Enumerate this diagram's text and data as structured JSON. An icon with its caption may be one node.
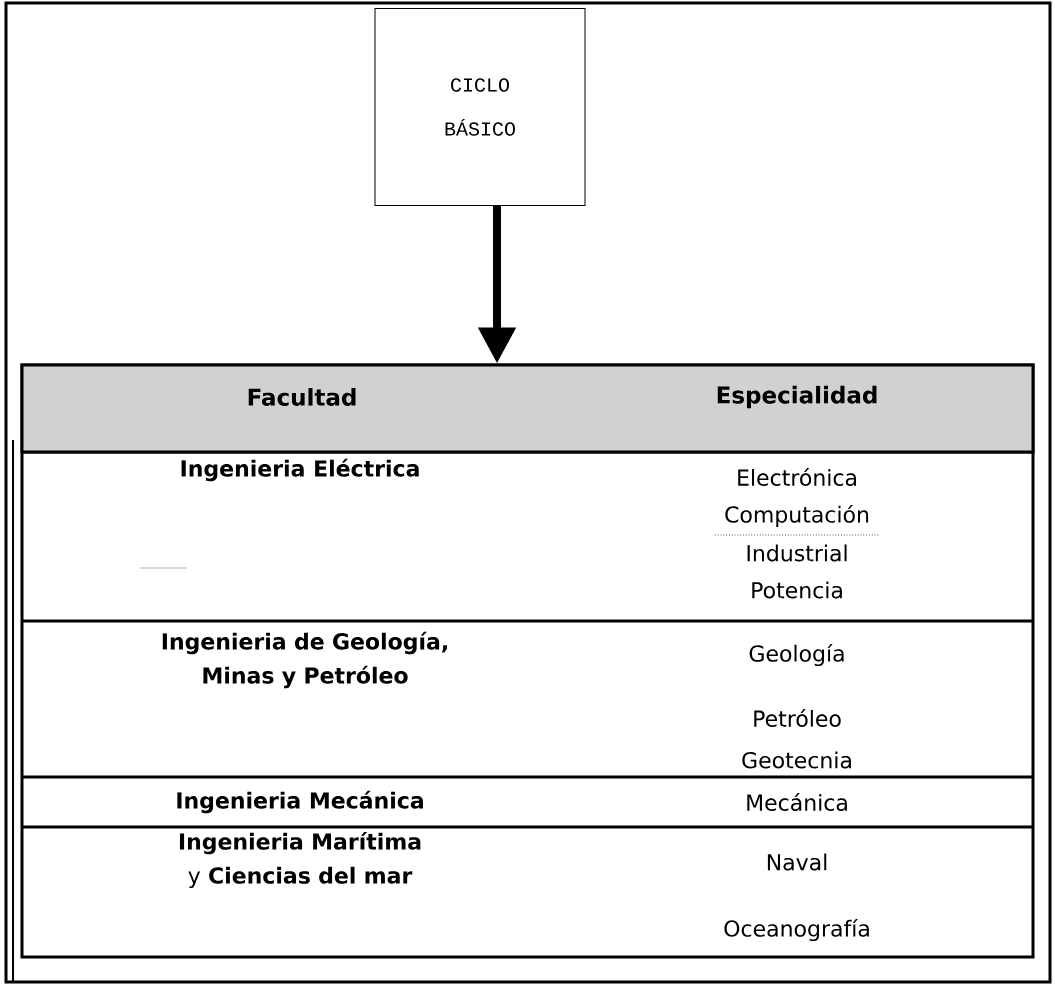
{
  "diagram": {
    "nodes": [
      {
        "text": [
          "CICLO BÁSICO"
        ]
      },
      {
        "text": [
          "Facultad",
          "Especialidad"
        ]
      }
    ],
    "edges": [
      {
        "from": 0,
        "to": 1,
        "arrow": "to"
      }
    ],
    "labels": [
      "Ingenieria Eléctrica",
      "Electrónica",
      "Computación",
      "Industrial",
      "Potencia",
      "Ingenieria de Geología, Minas y Petróleo",
      "Geología",
      "Petróleo",
      "Geotecnia",
      "Ingenieria Mecánica",
      "Mecánica",
      "**Ingenieria Marítima** y **Ciencias del mar**",
      "Naval",
      "Oceanografía"
    ]
  }
}
